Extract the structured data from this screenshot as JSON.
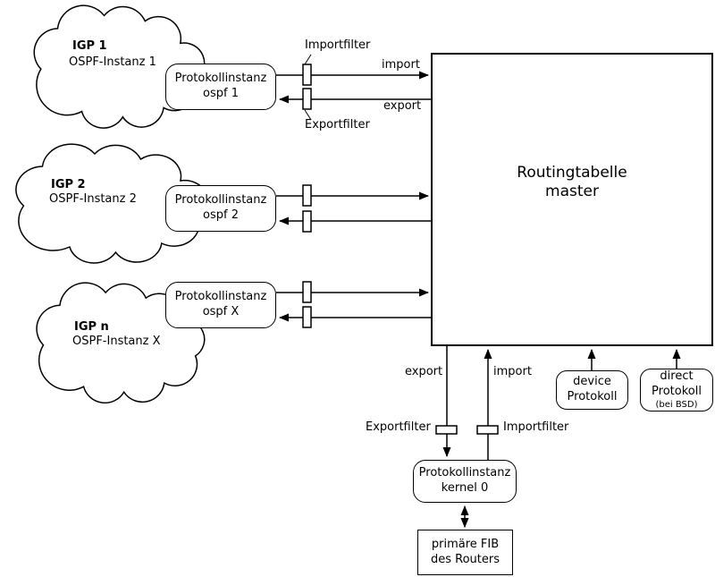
{
  "diagram": {
    "clouds": [
      {
        "title": "IGP 1",
        "subtitle": "OSPF-Instanz 1"
      },
      {
        "title": "IGP 2",
        "subtitle": "OSPF-Instanz 2"
      },
      {
        "title": "IGP n",
        "subtitle": "OSPF-Instanz X"
      }
    ],
    "protocol_instances": [
      {
        "line1": "Protokollinstanz",
        "line2": "ospf 1"
      },
      {
        "line1": "Protokollinstanz",
        "line2": "ospf 2"
      },
      {
        "line1": "Protokollinstanz",
        "line2": "ospf X"
      }
    ],
    "routing_table": {
      "line1": "Routingtabelle",
      "line2": "master"
    },
    "filters_top": {
      "import_label": "Importfilter",
      "export_label": "Exportfilter"
    },
    "flows_top": {
      "import": "import",
      "export": "export"
    },
    "flows_bottom": {
      "export": "export",
      "import": "import",
      "export_filter": "Exportfilter",
      "import_filter": "Importfilter"
    },
    "kernel_instance": {
      "line1": "Protokollinstanz",
      "line2": "kernel 0"
    },
    "fib": {
      "line1": "primäre FIB",
      "line2": "des Routers"
    },
    "device_protocol": {
      "line1": "device",
      "line2": "Protokoll"
    },
    "direct_protocol": {
      "line1": "direct",
      "line2": "Protokoll",
      "line3": "(bei BSD)"
    }
  },
  "colors": {
    "stroke": "#000000",
    "background": "#ffffff"
  }
}
